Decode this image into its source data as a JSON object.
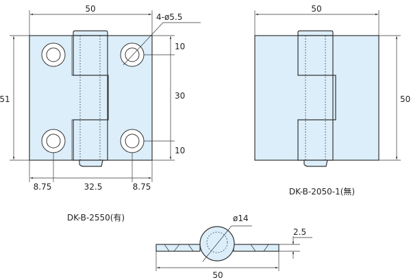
{
  "left_view": {
    "width": "50",
    "height": "51",
    "hole_spec": "4-ø5.5",
    "v_dims": [
      "10",
      "30",
      "10"
    ],
    "h_dims": [
      "8.75",
      "32.5",
      "8.75"
    ],
    "label": "DK-B-2550(有)"
  },
  "right_view": {
    "width": "50",
    "height": "50",
    "label": "DK-B-2050-1(無)"
  },
  "side_view": {
    "diameter": "ø14",
    "thickness": "2.5",
    "width": "50"
  },
  "colors": {
    "fill": "#dceefa",
    "line": "#333333"
  }
}
